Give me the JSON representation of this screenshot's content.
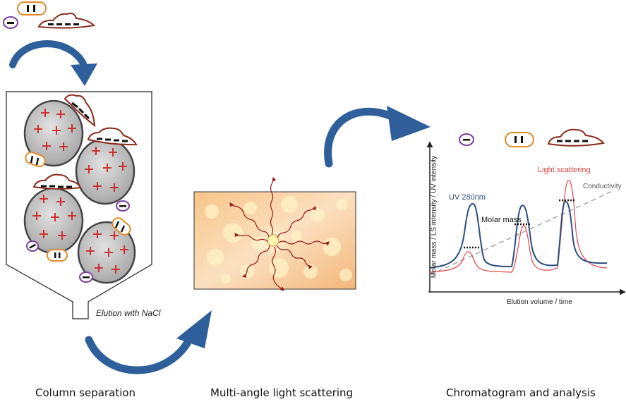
{
  "captions": {
    "column": "Column separation",
    "mals": "Multi-angle light scattering",
    "chrom": "Chromatogram and analysis"
  },
  "column": {
    "elution_label": "Elution with NaCl"
  },
  "chromatogram": {
    "uv_label": "UV 280nm",
    "ls_label": "Light scattering",
    "cond_label": "Conductivity",
    "mm_label": "Molar mass",
    "y_axis": "Molar mass / LS intensity / UV intensity",
    "x_axis": "Elution volume / time"
  },
  "colors": {
    "uv": "#2d4d82",
    "ls": "#e0454a",
    "arrow": "#2f5f9a",
    "protein_small": "#7b3fa0",
    "protein_medium": "#e08a2a",
    "protein_large": "#8a2a1a",
    "bead_charge": "#cc2222"
  },
  "icons": [
    "curved-arrow-icon",
    "resin-bead-icon",
    "protein-icon",
    "light-scatter-icon"
  ]
}
